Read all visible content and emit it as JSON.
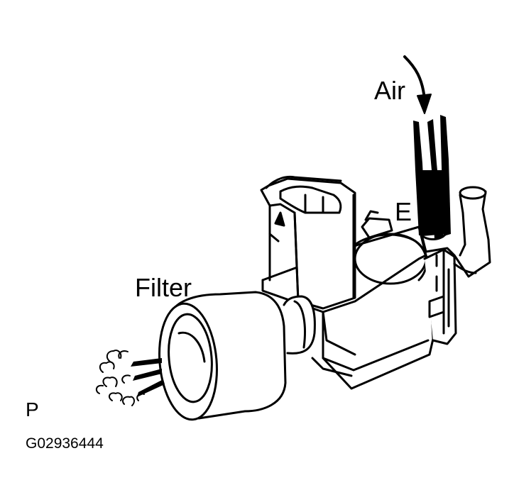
{
  "labels": {
    "air": "Air",
    "e": "E",
    "filter": "Filter",
    "p": "P"
  },
  "figure": {
    "code": "G02936444"
  }
}
